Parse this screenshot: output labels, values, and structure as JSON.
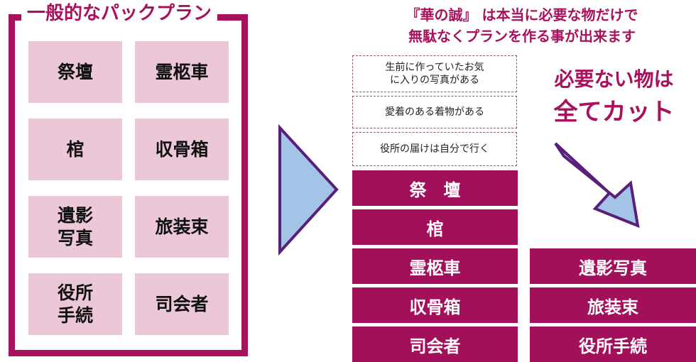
{
  "left_panel": {
    "title": "一般的なパックプラン",
    "items": [
      {
        "line1": "祭壇",
        "line2": ""
      },
      {
        "line1": "霊柩車",
        "line2": ""
      },
      {
        "line1": "棺",
        "line2": ""
      },
      {
        "line1": "収骨箱",
        "line2": ""
      },
      {
        "line1": "遺影",
        "line2": "写真"
      },
      {
        "line1": "旅装束",
        "line2": ""
      },
      {
        "line1": "役所",
        "line2": "手続"
      },
      {
        "line1": "司会者",
        "line2": ""
      }
    ]
  },
  "right_panel": {
    "heading_line1": "『華の誠』 は本当に必要な物だけで",
    "heading_line2": "無駄なくプランを作る事が出来ます",
    "optional_items": [
      {
        "line1": "生前に作っていたお気",
        "line2": "に入りの写真がある"
      },
      {
        "line1": "愛着のある着物がある",
        "line2": ""
      },
      {
        "line1": "役所の届けは自分で行く",
        "line2": ""
      }
    ],
    "kept_items": [
      "祭　壇",
      "棺",
      "霊柩車",
      "収骨箱",
      "司会者"
    ],
    "cut_label_line1": "必要ない物は",
    "cut_label_line2": "全てカット",
    "cut_items": [
      "遺影写真",
      "旅装束",
      "役所手続"
    ]
  },
  "colors": {
    "accent": "#a8125d",
    "cell_bg": "#ecc7d8",
    "arrow_fill": "#a3c4e6",
    "arrow_stroke": "#5b1f7a"
  }
}
